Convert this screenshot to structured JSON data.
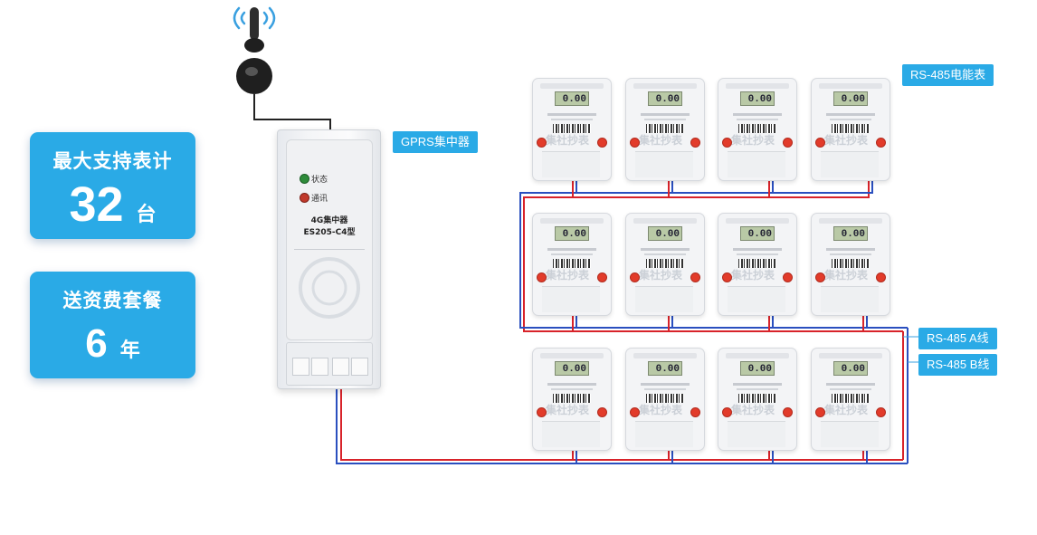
{
  "stats": [
    {
      "title": "最大支持表计",
      "value": "32",
      "unit": "台"
    },
    {
      "title": "送资费套餐",
      "value": "6",
      "unit": "年"
    }
  ],
  "labels": {
    "gprs": "GPRS集中器",
    "meter": "RS-485电能表",
    "line_a": "RS-485 A线",
    "line_b": "RS-485 B线"
  },
  "concentrator": {
    "led_status": "状态",
    "led_comm": "通讯",
    "name": "4G集中器",
    "model": "ES205-C4型"
  },
  "meters": {
    "reading": "0.00",
    "watermark": "集社抄表",
    "rows": 3,
    "cols": 4
  },
  "colors": {
    "accent": "#2aaae6",
    "wire_a": "#d8232a",
    "wire_b": "#2a4fbf"
  }
}
